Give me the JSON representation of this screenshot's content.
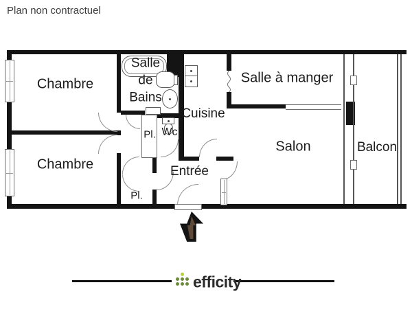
{
  "title": "Plan non contractuel",
  "rooms": {
    "chambre_top": "Chambre",
    "chambre_bottom": "Chambre",
    "salle_de_bains": "Salle\nde\nBains",
    "cuisine": "Cuisine",
    "salle_a_manger": "Salle à manger",
    "salon": "Salon",
    "balcon": "Balcon",
    "wc": "Wc",
    "placard_upper": "Pl.",
    "placard_lower": "Pl.",
    "entree": "Entrée"
  },
  "footer": {
    "brand": "efficity"
  },
  "colors": {
    "wall": "#141414",
    "brand_dot_dark": "#6b8a3a",
    "brand_dot_light": "#b5d23c",
    "brand_text": "#2b2b2b",
    "entrance_arrow_outline": "#141414",
    "entrance_arrow_fill": "#5f4a38"
  }
}
